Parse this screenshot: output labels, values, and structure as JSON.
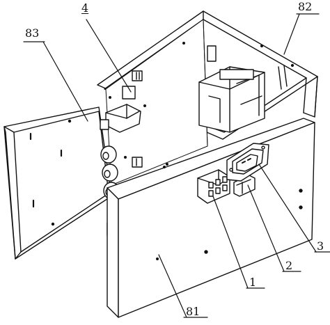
{
  "labels": {
    "l83": "83",
    "l4": "4",
    "l82": "82",
    "l3": "3",
    "l2": "2",
    "l1": "1",
    "l81": "81"
  }
}
